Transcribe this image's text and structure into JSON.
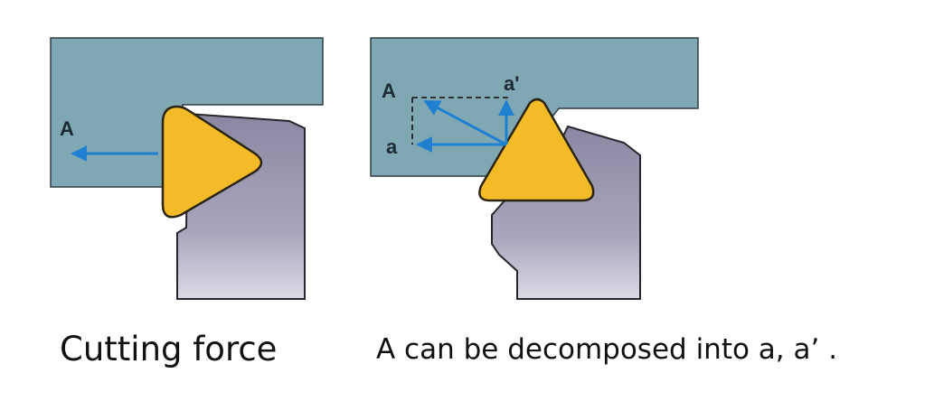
{
  "diagram": {
    "left_panel": {
      "force_label": "A",
      "caption": "Cutting force"
    },
    "right_panel": {
      "resultant_label": "A",
      "component_axial_label": "a",
      "component_radial_label": "a'",
      "caption": "A can be decomposed into a, a’ ."
    }
  },
  "colors": {
    "workpiece": "#7fa7b4",
    "workpiece_outline": "#2f3d44",
    "insert": "#f4bb28",
    "insert_outline": "#2b2410",
    "holder_top": "#8a87a3",
    "holder_bottom": "#d2d0dc",
    "holder_outline": "#26262e",
    "force_arrow": "#1f7fd0",
    "dashed_line": "#222222",
    "label_text": "#1b2a33"
  }
}
